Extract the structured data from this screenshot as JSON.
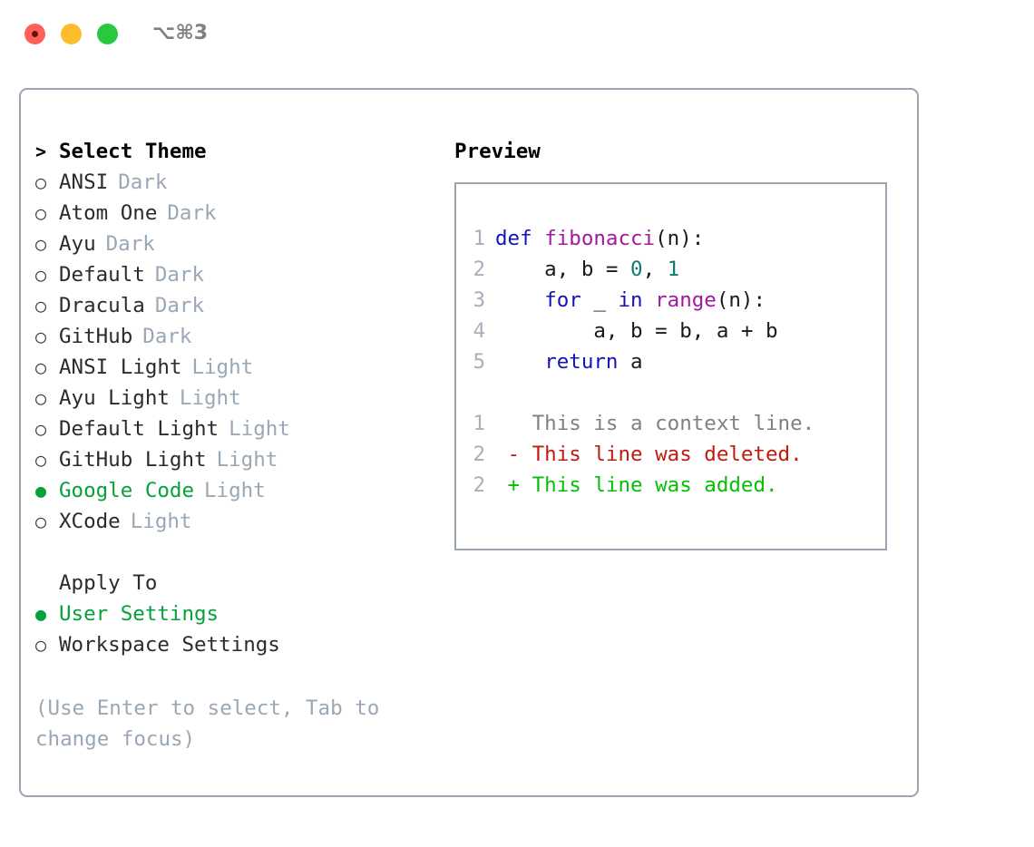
{
  "titlebar": {
    "shortcut": "⌥⌘3",
    "buttons": [
      {
        "name": "close",
        "color": "#ff6059"
      },
      {
        "name": "minimize",
        "color": "#ffbd2e"
      },
      {
        "name": "maximize",
        "color": "#28c841"
      }
    ]
  },
  "colors": {
    "accent_green": "#05a13a",
    "muted": "#9aa7b4",
    "border": "#9aa5b1",
    "keyword": "#1414b4",
    "function": "#a01aa0",
    "number": "#0e7a72",
    "diff_context": "#808080",
    "diff_deleted": "#c11a10",
    "diff_added": "#06bf06"
  },
  "theme_section": {
    "prefix": ">",
    "title": "Select Theme",
    "items": [
      {
        "marker": "○",
        "label": "ANSI",
        "variant": "Dark",
        "selected": false
      },
      {
        "marker": "○",
        "label": "Atom One",
        "variant": "Dark",
        "selected": false
      },
      {
        "marker": "○",
        "label": "Ayu",
        "variant": "Dark",
        "selected": false
      },
      {
        "marker": "○",
        "label": "Default",
        "variant": "Dark",
        "selected": false
      },
      {
        "marker": "○",
        "label": "Dracula",
        "variant": "Dark",
        "selected": false
      },
      {
        "marker": "○",
        "label": "GitHub",
        "variant": "Dark",
        "selected": false
      },
      {
        "marker": "○",
        "label": "ANSI Light",
        "variant": "Light",
        "selected": false
      },
      {
        "marker": "○",
        "label": "Ayu Light",
        "variant": "Light",
        "selected": false
      },
      {
        "marker": "○",
        "label": "Default Light",
        "variant": "Light",
        "selected": false
      },
      {
        "marker": "○",
        "label": "GitHub Light",
        "variant": "Light",
        "selected": false
      },
      {
        "marker": "●",
        "label": "Google Code",
        "variant": "Light",
        "selected": true
      },
      {
        "marker": "○",
        "label": "XCode",
        "variant": "Light",
        "selected": false
      }
    ]
  },
  "apply_section": {
    "title": "Apply To",
    "items": [
      {
        "marker": "●",
        "label": "User Settings",
        "selected": true
      },
      {
        "marker": "○",
        "label": "Workspace Settings",
        "selected": false
      }
    ]
  },
  "hint": "(Use Enter to select, Tab to change focus)",
  "preview": {
    "title": "Preview",
    "code_lines": [
      {
        "lineno": "1",
        "tokens": [
          {
            "text": "def ",
            "type": "kw"
          },
          {
            "text": "fibonacci",
            "type": "fn"
          },
          {
            "text": "(n):",
            "type": "punct"
          }
        ]
      },
      {
        "lineno": "2",
        "tokens": [
          {
            "text": "    a, b = ",
            "type": "plain"
          },
          {
            "text": "0",
            "type": "num"
          },
          {
            "text": ", ",
            "type": "plain"
          },
          {
            "text": "1",
            "type": "num"
          }
        ]
      },
      {
        "lineno": "3",
        "tokens": [
          {
            "text": "    ",
            "type": "plain"
          },
          {
            "text": "for",
            "type": "kw"
          },
          {
            "text": " _ ",
            "type": "plain"
          },
          {
            "text": "in",
            "type": "kw"
          },
          {
            "text": " ",
            "type": "plain"
          },
          {
            "text": "range",
            "type": "fn"
          },
          {
            "text": "(n):",
            "type": "punct"
          }
        ]
      },
      {
        "lineno": "4",
        "tokens": [
          {
            "text": "        a, b = b, a + b",
            "type": "plain"
          }
        ]
      },
      {
        "lineno": "5",
        "tokens": [
          {
            "text": "    ",
            "type": "plain"
          },
          {
            "text": "return",
            "type": "kw"
          },
          {
            "text": " a",
            "type": "plain"
          }
        ]
      }
    ],
    "diff_lines": [
      {
        "lineno": "1",
        "sign": " ",
        "text": "This is a context line.",
        "kind": "ctx"
      },
      {
        "lineno": "2",
        "sign": "-",
        "text": "This line was deleted.",
        "kind": "del"
      },
      {
        "lineno": "2",
        "sign": "+",
        "text": "This line was added.",
        "kind": "add"
      }
    ]
  }
}
